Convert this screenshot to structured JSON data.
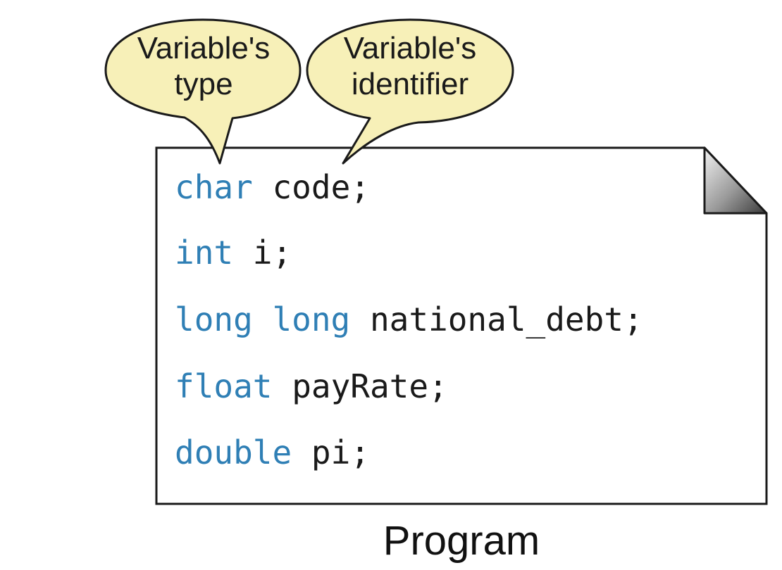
{
  "callouts": {
    "type": {
      "line1": "Variable's",
      "line2": "type"
    },
    "identifier": {
      "line1": "Variable's",
      "line2": "identifier"
    }
  },
  "code_lines": [
    {
      "type": "char",
      "identifier": "code;"
    },
    {
      "type": "int",
      "identifier": "i;"
    },
    {
      "type": "long long",
      "identifier": "national_debt;"
    },
    {
      "type": "float",
      "identifier": "payRate;"
    },
    {
      "type": "double",
      "identifier": "pi;"
    }
  ],
  "caption": "Program",
  "colors": {
    "keyword": "#2f7fb5",
    "bubble_fill": "#f7f0b8",
    "outline": "#1a1a1a"
  }
}
